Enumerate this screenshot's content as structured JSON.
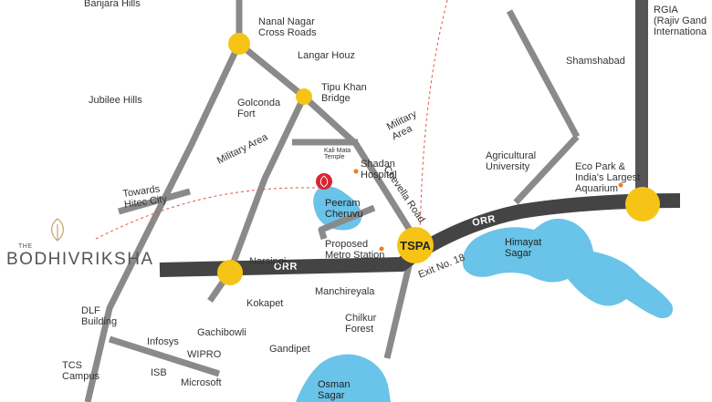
{
  "colors": {
    "road": "#444444",
    "arterial": "#8a8a8a",
    "airport_road": "#555555",
    "junction": "#f6c416",
    "water": "#6ac3e8",
    "military_line": "#e2544b",
    "marker": "#ee7d22",
    "brand_pin": "#d8262e",
    "leaf": "#c8a26a"
  },
  "brand": {
    "prefix": "THE",
    "name": "BODHIVRIKSHA",
    "leaf_icon": "leaf-icon"
  },
  "roads": {
    "orr_left": "ORR",
    "orr_right": "ORR",
    "chevella": "Chevella Road"
  },
  "junctions": {
    "tspa": "TSPA"
  },
  "water_bodies": {
    "himayat_sagar": [
      "Himayat",
      "Sagar"
    ],
    "osman_sagar": [
      "Osman",
      "Sagar"
    ],
    "peeram_cheruvu": [
      "Peeram",
      "Cheruvu"
    ]
  },
  "labels": {
    "banjara_hills": [
      "Banjara Hills"
    ],
    "nanal_nagar": [
      "Nanal Nagar",
      "Cross Roads"
    ],
    "langar_houz": [
      "Langar Houz"
    ],
    "tipu_khan": [
      "Tipu Khan",
      "Bridge"
    ],
    "rgia": [
      "RGIA",
      "(Rajiv Gand",
      "Internationa"
    ],
    "shamshabad": [
      "Shamshabad"
    ],
    "jubilee_hills": [
      "Jubilee Hills"
    ],
    "golconda": [
      "Golconda",
      "Fort"
    ],
    "military_area_left": [
      "Military Area"
    ],
    "military_area_right": [
      "Military",
      "Area"
    ],
    "kali_mata": [
      "Kali Mata",
      "Temple"
    ],
    "shadan": [
      "Shadan",
      "Hospital"
    ],
    "agricultural": [
      "Agricultural",
      "University"
    ],
    "eco_park": [
      "Eco Park &",
      "India's Largest",
      "Aquarium"
    ],
    "towards_hitec": [
      "Towards",
      "Hitec City"
    ],
    "proposed_metro": [
      "Proposed",
      "Metro Station"
    ],
    "narsingi": [
      "Narsingi"
    ],
    "exit_18": [
      "Exit No. 18"
    ],
    "kokapet": [
      "Kokapet"
    ],
    "manchireyala": [
      "Manchireyala"
    ],
    "dlf": [
      "DLF",
      "Building"
    ],
    "gachibowli": [
      "Gachibowli"
    ],
    "chilkur": [
      "Chilkur",
      "Forest"
    ],
    "infosys": [
      "Infosys"
    ],
    "wipro": [
      "WIPRO"
    ],
    "gandipet": [
      "Gandipet"
    ],
    "tcs": [
      "TCS",
      "Campus"
    ],
    "isb": [
      "ISB"
    ],
    "microsoft": [
      "Microsoft"
    ]
  }
}
